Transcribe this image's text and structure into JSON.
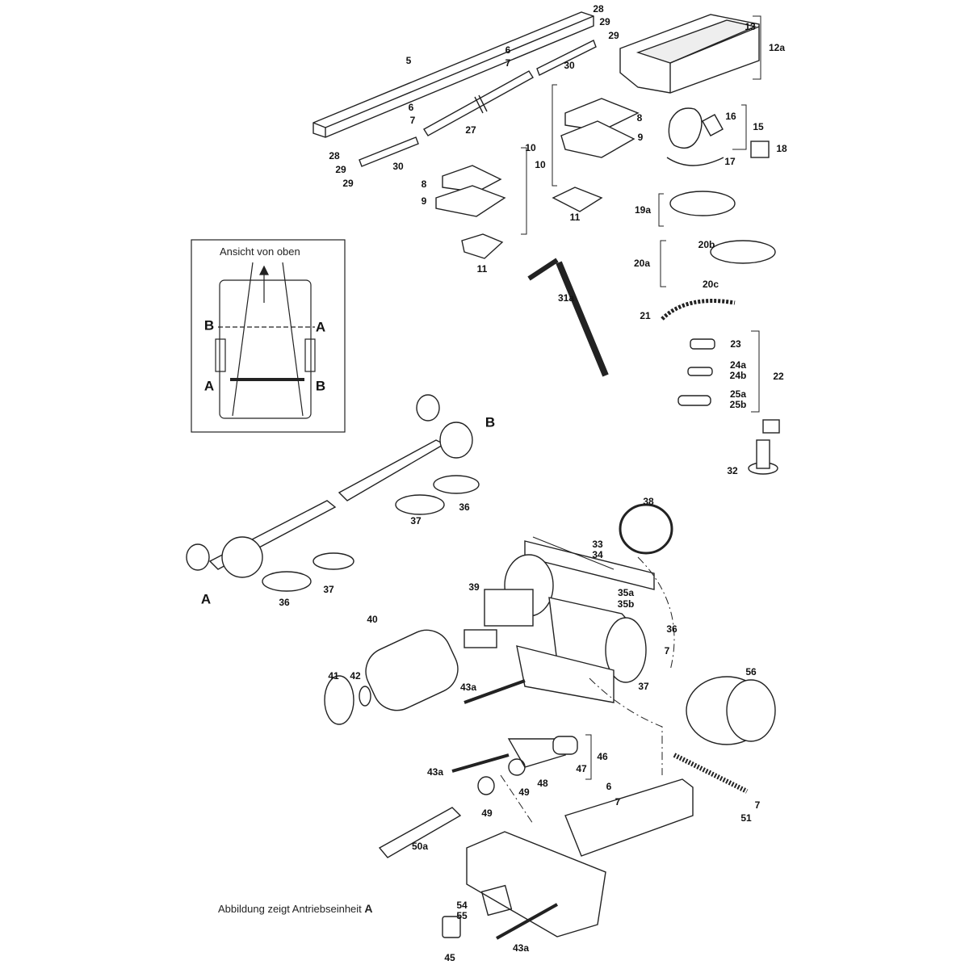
{
  "inset": {
    "title": "Ansicht von oben",
    "marks": [
      "B",
      "A",
      "A",
      "B"
    ]
  },
  "caption": {
    "text": "Abbildung zeigt Antriebseinheit ",
    "unit": "A"
  },
  "labels": [
    "28",
    "29",
    "29",
    "30",
    "6",
    "7",
    "5",
    "6",
    "7",
    "27",
    "28",
    "29",
    "30",
    "29",
    "10",
    "8",
    "9",
    "11",
    "8",
    "9",
    "10",
    "11",
    "13",
    "12a",
    "16",
    "15",
    "18",
    "17",
    "19a",
    "20b",
    "20a",
    "20c",
    "31a",
    "21",
    "23",
    "24a",
    "24b",
    "22",
    "25a",
    "25b",
    "32",
    "B",
    "37",
    "36",
    "A",
    "36",
    "37",
    "38",
    "33",
    "34",
    "39",
    "35a",
    "35b",
    "36",
    "7",
    "40",
    "41",
    "42",
    "43a",
    "37",
    "56",
    "46",
    "47",
    "43a",
    "49",
    "48",
    "49",
    "6",
    "7",
    "7",
    "51",
    "50a",
    "54",
    "55",
    "43a",
    "45"
  ]
}
